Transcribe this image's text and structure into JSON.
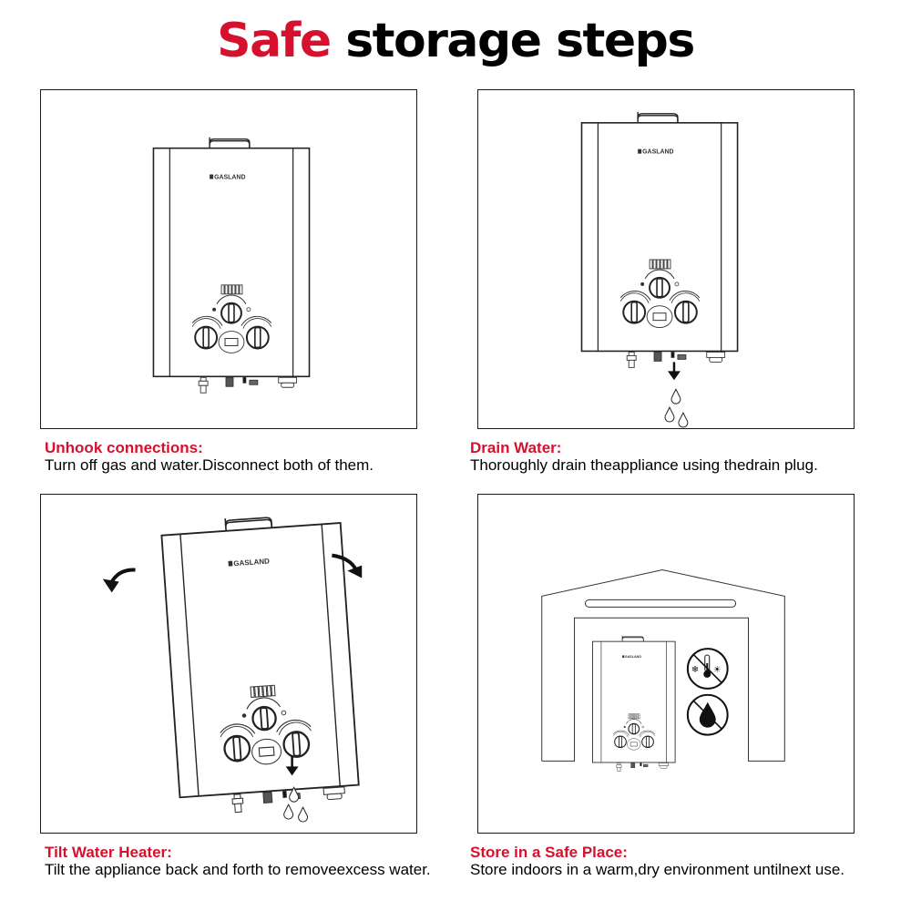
{
  "title": {
    "accent": "Safe",
    "rest": " storage steps"
  },
  "colors": {
    "accent": "#d5112e",
    "text": "#000000",
    "line": "#1a1a1a",
    "background": "#ffffff"
  },
  "brand": "GASLAND",
  "steps": [
    {
      "heading": "Unhook connections:",
      "body": "Turn off gas and water.Disconnect both of them.",
      "illustration": "water-heater-front"
    },
    {
      "heading": "Drain Water:",
      "body": "Thoroughly drain theappliance using thedrain plug.",
      "illustration": "water-heater-draining"
    },
    {
      "heading": "Tilt Water Heater:",
      "body": "Tilt the appliance back and forth to removeexcess water.",
      "illustration": "water-heater-tilted"
    },
    {
      "heading": "Store in a Safe Place:",
      "body": "Store indoors in a warm,dry environment untilnext use.",
      "illustration": "water-heater-in-shed",
      "icons": [
        "no-extreme-temperature-icon",
        "no-moisture-icon"
      ]
    }
  ]
}
